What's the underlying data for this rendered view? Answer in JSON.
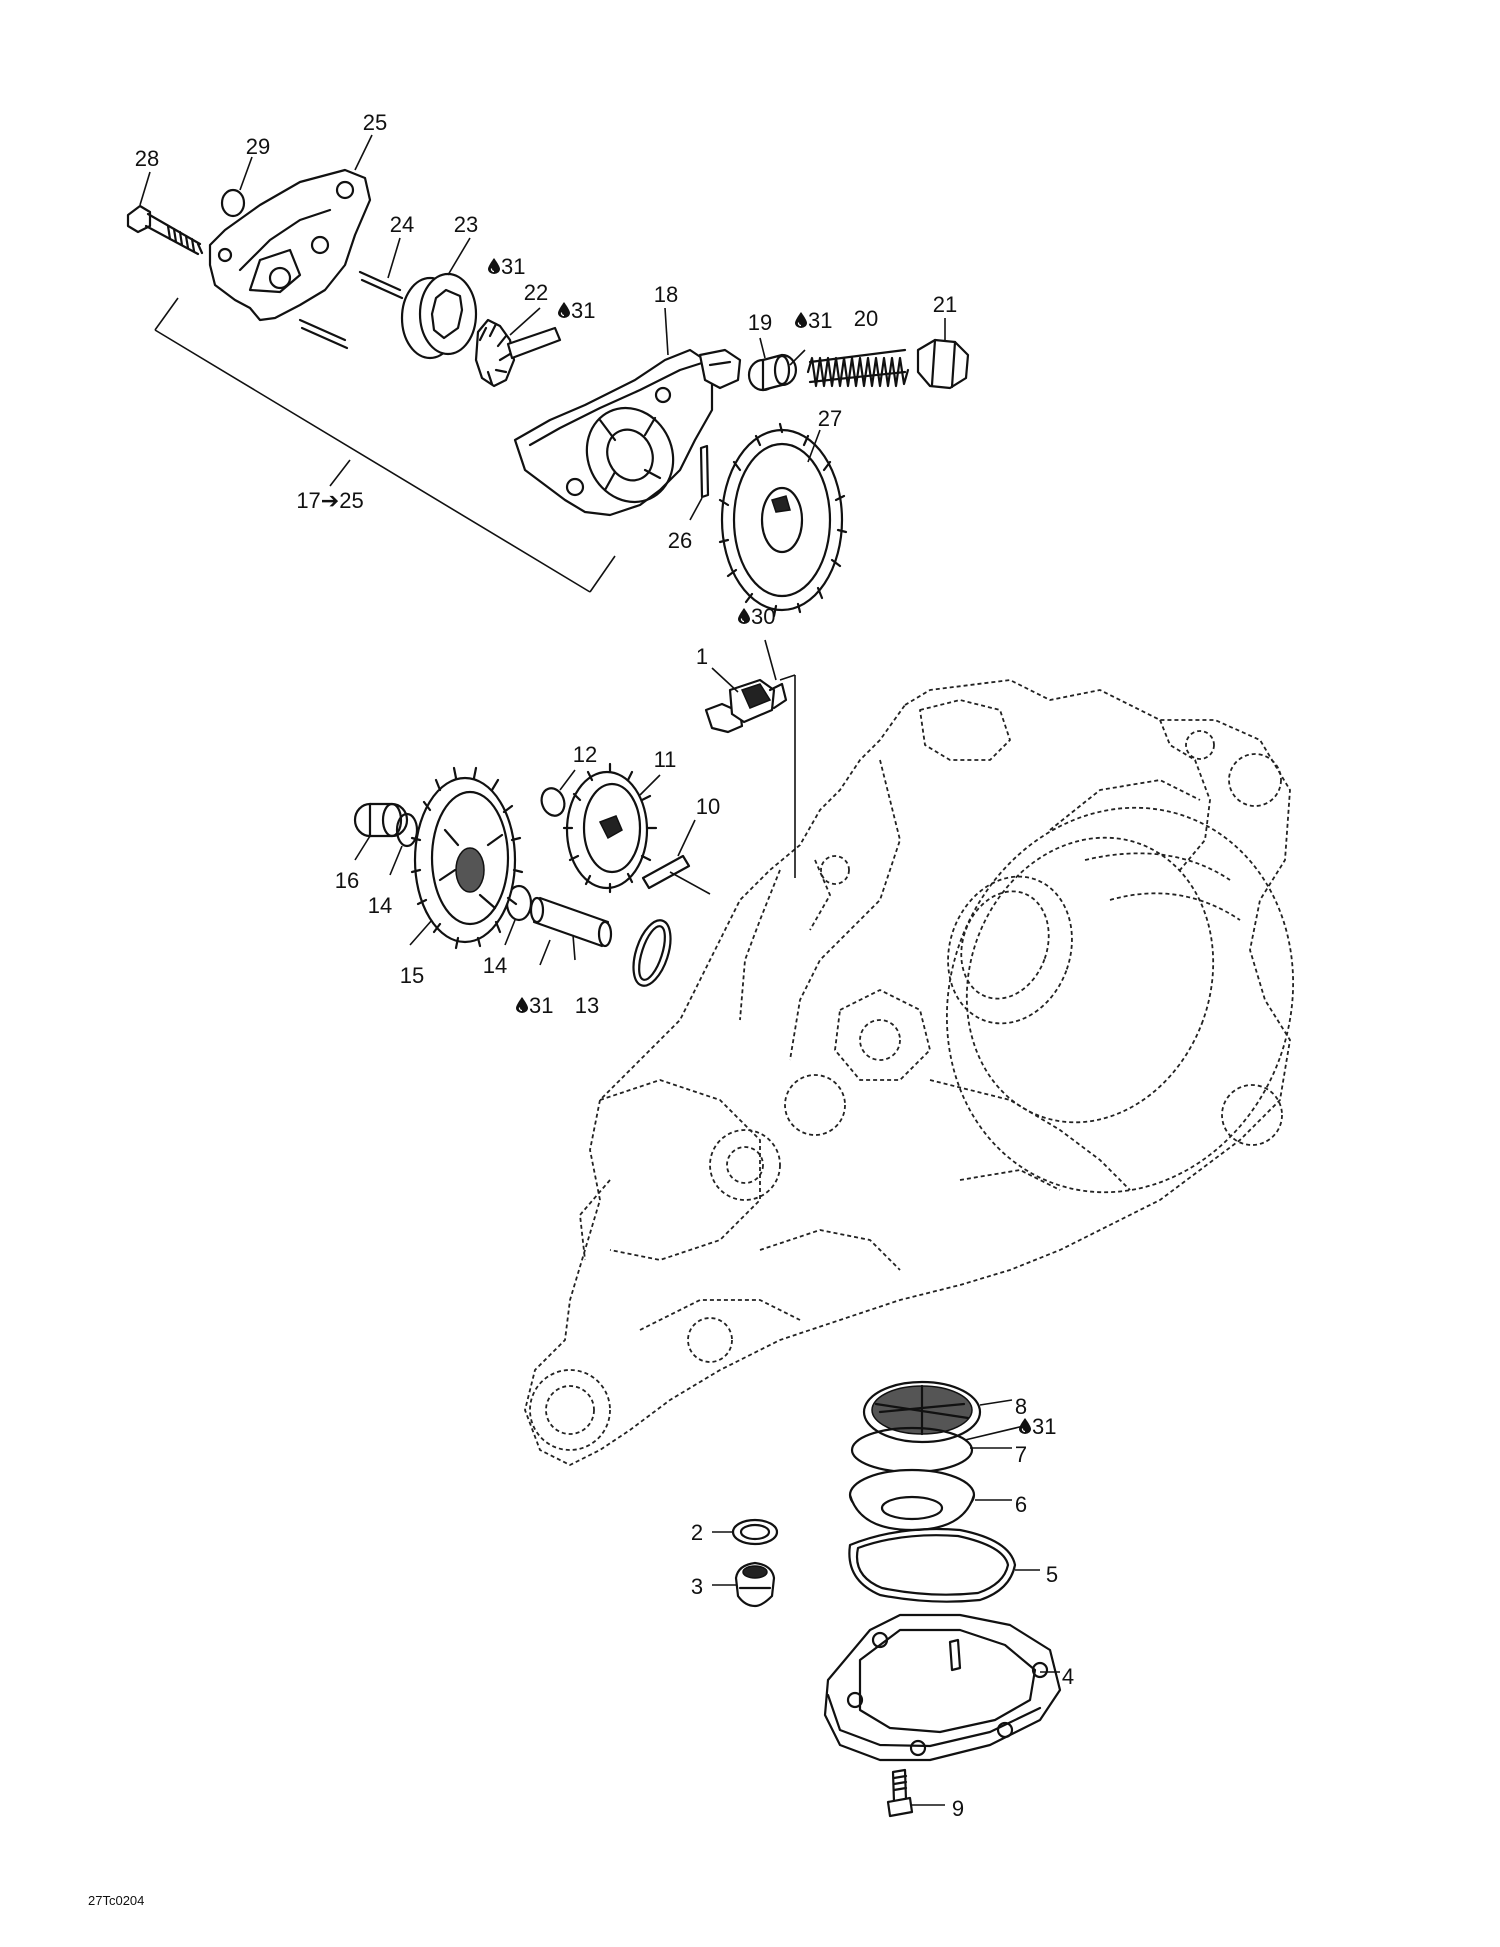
{
  "drawing_code": "27Tc0204",
  "oil_drop_icon": "oil-drop-icon",
  "callouts": {
    "c1": "1",
    "c2": "2",
    "c3": "3",
    "c4": "4",
    "c5": "5",
    "c6": "6",
    "c7": "7",
    "c8": "8",
    "c9": "9",
    "c10": "10",
    "c11": "11",
    "c12": "12",
    "c13": "13",
    "c14a": "14",
    "c14b": "14",
    "c15": "15",
    "c16": "16",
    "c17_25": "17➔25",
    "c18": "18",
    "c19": "19",
    "c20": "20",
    "c21": "21",
    "c22": "22",
    "c23": "23",
    "c24": "24",
    "c25": "25",
    "c26": "26",
    "c27": "27",
    "c28": "28",
    "c29": "29"
  },
  "lubricants": {
    "l30": "30",
    "l31_a": "31",
    "l31_b": "31",
    "l31_c": "31",
    "l31_d": "31",
    "l31_e": "31"
  }
}
